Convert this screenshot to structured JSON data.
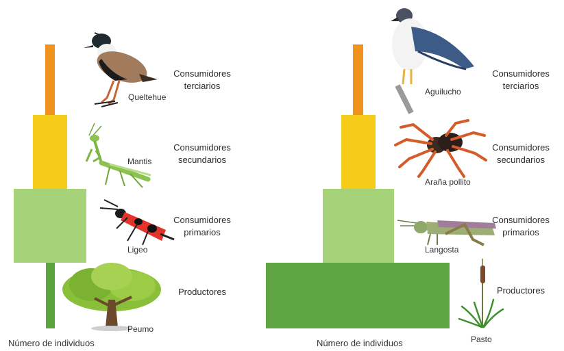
{
  "colors": {
    "tertiary": "#f0921e",
    "secondary": "#f6cc1a",
    "primary": "#a6d37a",
    "producers_left": "#59a43c",
    "producers_right": "#5fa443"
  },
  "pyramids": [
    {
      "axis_label": "Número de individuos",
      "levels": [
        {
          "label_line1": "Consumidores",
          "label_line2": "terciarios",
          "species": "Queltehue",
          "species_icon": "lapwing-bird-icon"
        },
        {
          "label_line1": "Consumidores",
          "label_line2": "secundarios",
          "species": "Mantis",
          "species_icon": "mantis-icon"
        },
        {
          "label_line1": "Consumidores",
          "label_line2": "primarios",
          "species": "Ligeo",
          "species_icon": "bug-icon"
        },
        {
          "label_line1": "Productores",
          "label_line2": "",
          "species": "Peumo",
          "species_icon": "tree-icon"
        }
      ]
    },
    {
      "axis_label": "Número de individuos",
      "levels": [
        {
          "label_line1": "Consumidores",
          "label_line2": "terciarios",
          "species": "Aguilucho",
          "species_icon": "hawk-icon"
        },
        {
          "label_line1": "Consumidores",
          "label_line2": "secundarios",
          "species": "Araña pollito",
          "species_icon": "tarantula-icon"
        },
        {
          "label_line1": "Consumidores",
          "label_line2": "primarios",
          "species": "Langosta",
          "species_icon": "grasshopper-icon"
        },
        {
          "label_line1": "Productores",
          "label_line2": "",
          "species": "Pasto",
          "species_icon": "grass-icon"
        }
      ]
    }
  ]
}
